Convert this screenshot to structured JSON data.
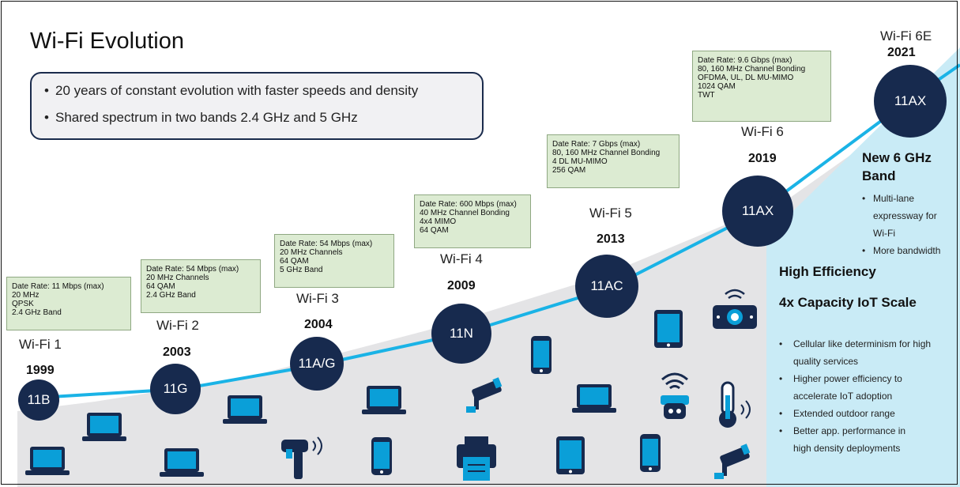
{
  "title": "Wi-Fi Evolution",
  "summary": [
    "20 years of constant evolution with faster speeds and density",
    "Shared spectrum in two bands 2.4 GHz and 5 GHz"
  ],
  "bullet_char": "•",
  "generations": [
    {
      "wifi": "Wi-Fi 1",
      "year": "1999",
      "std": "11B",
      "spec": [
        "Date Rate: 11 Mbps (max)",
        "20 MHz",
        "QPSK",
        "2.4 GHz Band"
      ]
    },
    {
      "wifi": "Wi-Fi 2",
      "year": "2003",
      "std": "11G",
      "spec": [
        "Date Rate: 54 Mbps (max)",
        "20 MHz Channels",
        "64 QAM",
        "2.4 GHz Band"
      ]
    },
    {
      "wifi": "Wi-Fi 3",
      "year": "2004",
      "std": "11A/G",
      "spec": [
        "Date Rate: 54 Mbps (max)",
        "20 MHz Channels",
        "64 QAM",
        "5 GHz Band"
      ]
    },
    {
      "wifi": "Wi-Fi 4",
      "year": "2009",
      "std": "11N",
      "spec": [
        "Date Rate: 600 Mbps (max)",
        "40 MHz Channel Bonding",
        "4x4 MIMO",
        "64 QAM"
      ]
    },
    {
      "wifi": "Wi-Fi 5",
      "year": "2013",
      "std": "11AC",
      "spec": [
        "Date Rate: 7 Gbps (max)",
        "80, 160 MHz Channel Bonding",
        "4 DL MU-MIMO",
        "256 QAM"
      ]
    },
    {
      "wifi": "Wi-Fi 6",
      "year": "2019",
      "std": "11AX",
      "spec": [
        "Date Rate: 9.6 Gbps (max)",
        "80, 160 MHz Channel Bonding",
        "OFDMA, UL, DL MU-MIMO",
        "1024 QAM",
        "TWT"
      ]
    },
    {
      "wifi": "Wi-Fi 6E",
      "year": "2021",
      "std": "11AX",
      "spec": []
    }
  ],
  "panel": {
    "band_title_1": "New 6 GHz",
    "band_title_2": "Band",
    "band_bullets": [
      "Multi-lane",
      "expressway for",
      "Wi-Fi",
      "More bandwidth"
    ],
    "he_title": "High Efficiency",
    "cap_title": "4x Capacity IoT Scale",
    "he_bullets": [
      [
        "Cellular like determinism for high",
        "quality services"
      ],
      [
        "Higher power efficiency to",
        "accelerate IoT adoption"
      ],
      [
        "Extended outdoor range"
      ],
      [
        "Better app. performance in",
        "high density deployments"
      ]
    ]
  },
  "colors": {
    "navy": "#172a4e",
    "timeline": "#1ab3e6",
    "grey_area": "#e4e4e6",
    "panel_blue": "#c9ebf6",
    "spec_green": "#dcebd2",
    "icon_blue": "#0a9fd8"
  },
  "icons": [
    "laptop-icon",
    "barcode-scanner-icon",
    "smartphone-icon",
    "security-camera-icon",
    "printer-icon",
    "tablet-icon",
    "wifi-sensor-icon",
    "thermometer-icon",
    "wifi-camera-icon"
  ]
}
